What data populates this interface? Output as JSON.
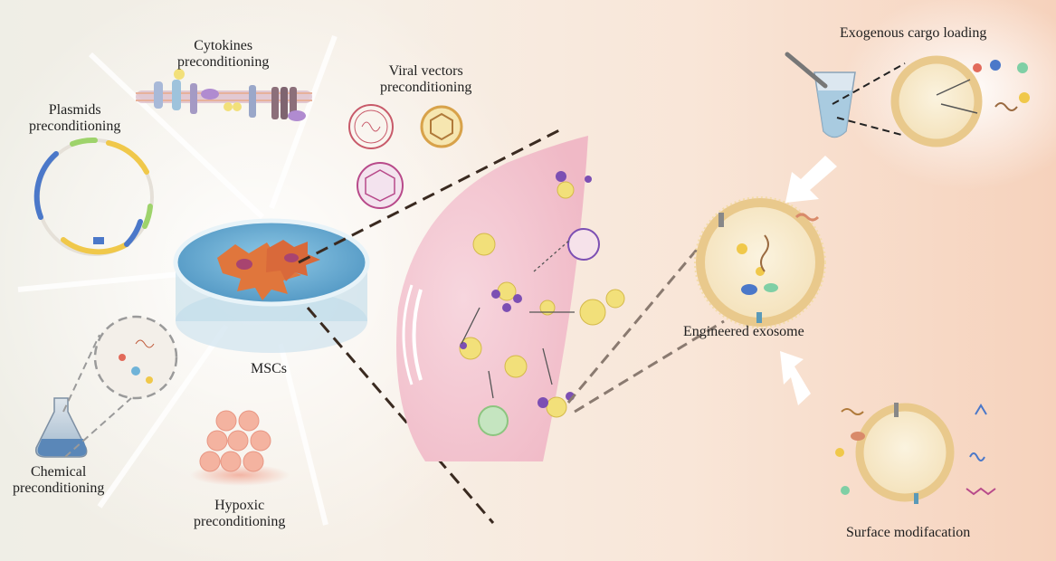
{
  "labels": {
    "cytokines": [
      "Cytokines",
      "preconditioning"
    ],
    "plasmids": [
      "Plasmids",
      "preconditioning"
    ],
    "viral": [
      "Viral vectors",
      "preconditioning"
    ],
    "chemical": [
      "Chemical",
      "preconditioning"
    ],
    "hypoxic": [
      "Hypoxic",
      "preconditioning"
    ],
    "mscs": "MSCs",
    "exogenous": "Exogenous cargo loading",
    "engineered": "Engineered exosome",
    "surface": "Surface modifacation"
  },
  "colors": {
    "dish_water": "#6fb3d8",
    "cells": "#e0763c",
    "cell_body_pink": "#f3c4cf",
    "vesicle_yellow": "#f2e07a",
    "vesicle_purple": "#7c4fb3",
    "exosome_membrane": "#e9c98c",
    "arrow_white": "#ffffff"
  }
}
